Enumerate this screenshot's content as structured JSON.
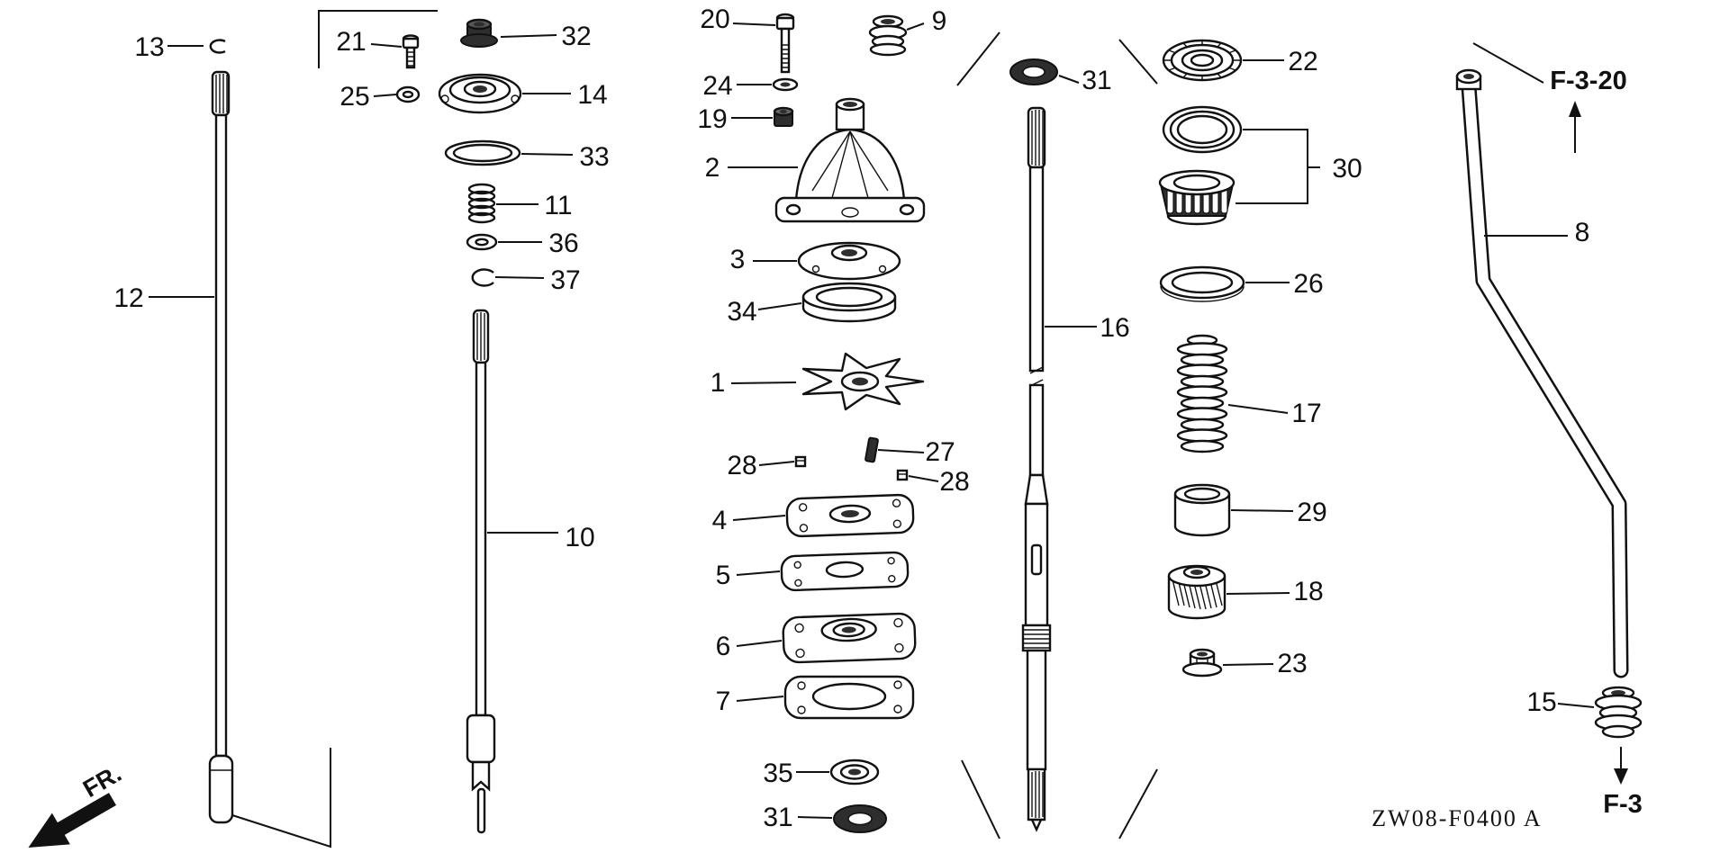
{
  "page": {
    "background": "#ffffff",
    "ink_color": "#111111"
  },
  "diagram": {
    "callouts": {
      "p1": "1",
      "p2": "2",
      "p3": "3",
      "p4": "4",
      "p5": "5",
      "p6": "6",
      "p7": "7",
      "p8": "8",
      "p9": "9",
      "p10": "10",
      "p11": "11",
      "p12": "12",
      "p13": "13",
      "p14": "14",
      "p15": "15",
      "p16": "16",
      "p17": "17",
      "p18": "18",
      "p19": "19",
      "p20": "20",
      "p21": "21",
      "p22": "22",
      "p23": "23",
      "p24": "24",
      "p25": "25",
      "p26": "26",
      "p27": "27",
      "p28a": "28",
      "p28b": "28",
      "p29": "29",
      "p30": "30",
      "p31a": "31",
      "p31b": "31",
      "p32": "32",
      "p33": "33",
      "p34": "34",
      "p35": "35",
      "p36": "36",
      "p37": "37"
    },
    "refs": {
      "figure_top": "F-3-20",
      "figure_bottom": "F-3",
      "front": "FR.",
      "code": "ZW08-F0400 A"
    }
  }
}
